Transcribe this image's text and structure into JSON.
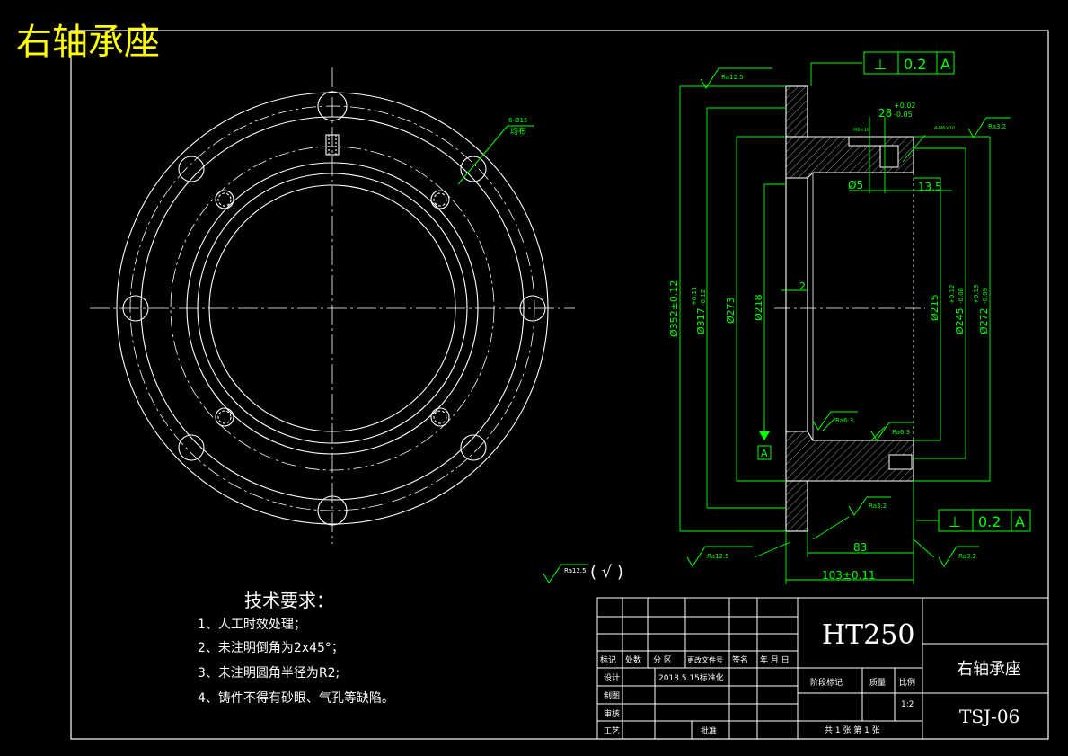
{
  "header": {
    "title": "右轴承座"
  },
  "front_view": {
    "hole_note_line1": "6-Ø15",
    "hole_note_line2": "均布"
  },
  "section_view": {
    "datum_label": "A",
    "tolerance_frames": [
      {
        "symbol": "⊥",
        "value": "0.2",
        "datum": "A"
      },
      {
        "symbol": "⊥",
        "value": "0.2",
        "datum": "A"
      }
    ],
    "roughness_labels": [
      "Ra12.5",
      "Ra3.2",
      "Ra6.3",
      "Ra6.3",
      "Ra3.2",
      "Ra12.5",
      "Ra3.2"
    ],
    "dimensions": {
      "d352": "Ø352±0.12",
      "d317": "Ø317",
      "d317_tol_upper": "+0.11",
      "d317_tol_lower": "-0.12",
      "d273": "Ø273",
      "d218": "Ø218",
      "d215": "Ø215",
      "d245": "Ø245",
      "d245_tol_upper": "+0.12",
      "d245_tol_lower": "-0.08",
      "d272": "Ø272",
      "d272_tol_upper": "+0.13",
      "d272_tol_lower": "-0.09",
      "w28": "28",
      "w28_tol_upper": "+0.02",
      "w28_tol_lower": "-0.05",
      "d5": "Ø5",
      "w13_5": "13.5",
      "gap2": "2",
      "w83": "83",
      "w103": "103±0.11",
      "small_note_left": "M6×10",
      "small_note_right": "4-M6×10"
    }
  },
  "general_roughness": {
    "label": "Ra12.5",
    "paren_text": "( √ )"
  },
  "technical_requirements": {
    "title": "技术要求：",
    "items": [
      "1、人工时效处理；",
      "2、未注明倒角为2x45°；",
      "3、未注明圆角半径为R2;",
      "4、铸件不得有砂眼、气孔等缺陷。"
    ]
  },
  "title_block": {
    "material": "HT250",
    "part_name": "右轴承座",
    "drawing_number": "TSJ-06",
    "header_cells": [
      "标记",
      "处数",
      "分 区",
      "更改文件号",
      "签名",
      "年 月 日"
    ],
    "row_design": "设计",
    "design_date_note": "2018.5.15标准化",
    "row_drawing": "制图",
    "row_review": "审核",
    "row_process": "工艺",
    "approve": "批准",
    "stage_mark": "阶段标记",
    "weight": "质量",
    "scale_label": "比例",
    "scale_value": "1:2",
    "sheet_info": "共 1 张  第 1 张"
  },
  "colors": {
    "background": "#000000",
    "line": "#ffffff",
    "dimension": "#00ff00",
    "title": "#ffff00",
    "section_fill": "#2a2a2a"
  }
}
